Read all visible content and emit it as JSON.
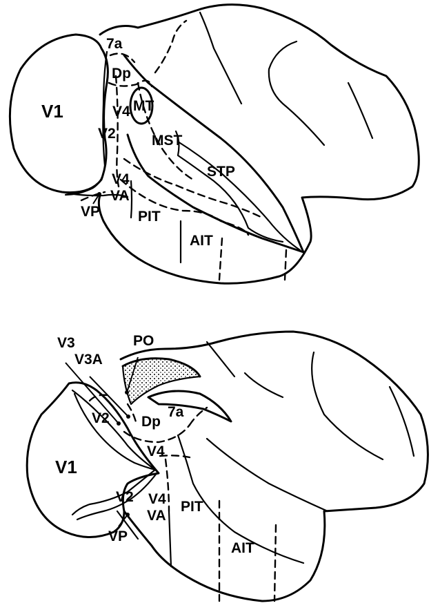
{
  "top_view": {
    "labels": {
      "v1": "V1",
      "a7a": "7a",
      "dp": "Dp",
      "v4": "V4",
      "v2": "V2",
      "mt": "MT",
      "mst": "MST",
      "stp": "STP",
      "v4a": "V4",
      "va": "VA",
      "vp": "VP",
      "pit": "PIT",
      "ait": "AIT"
    }
  },
  "bottom_view": {
    "labels": {
      "v3": "V3",
      "v3a": "V3A",
      "po": "PO",
      "v2_upper": "V2",
      "dp": "Dp",
      "a7a": "7a",
      "v4": "V4",
      "v1": "V1",
      "v2_lower": "V2",
      "v4a": "V4",
      "va": "VA",
      "pit": "PIT",
      "ait": "AIT",
      "vp": "VP"
    }
  }
}
